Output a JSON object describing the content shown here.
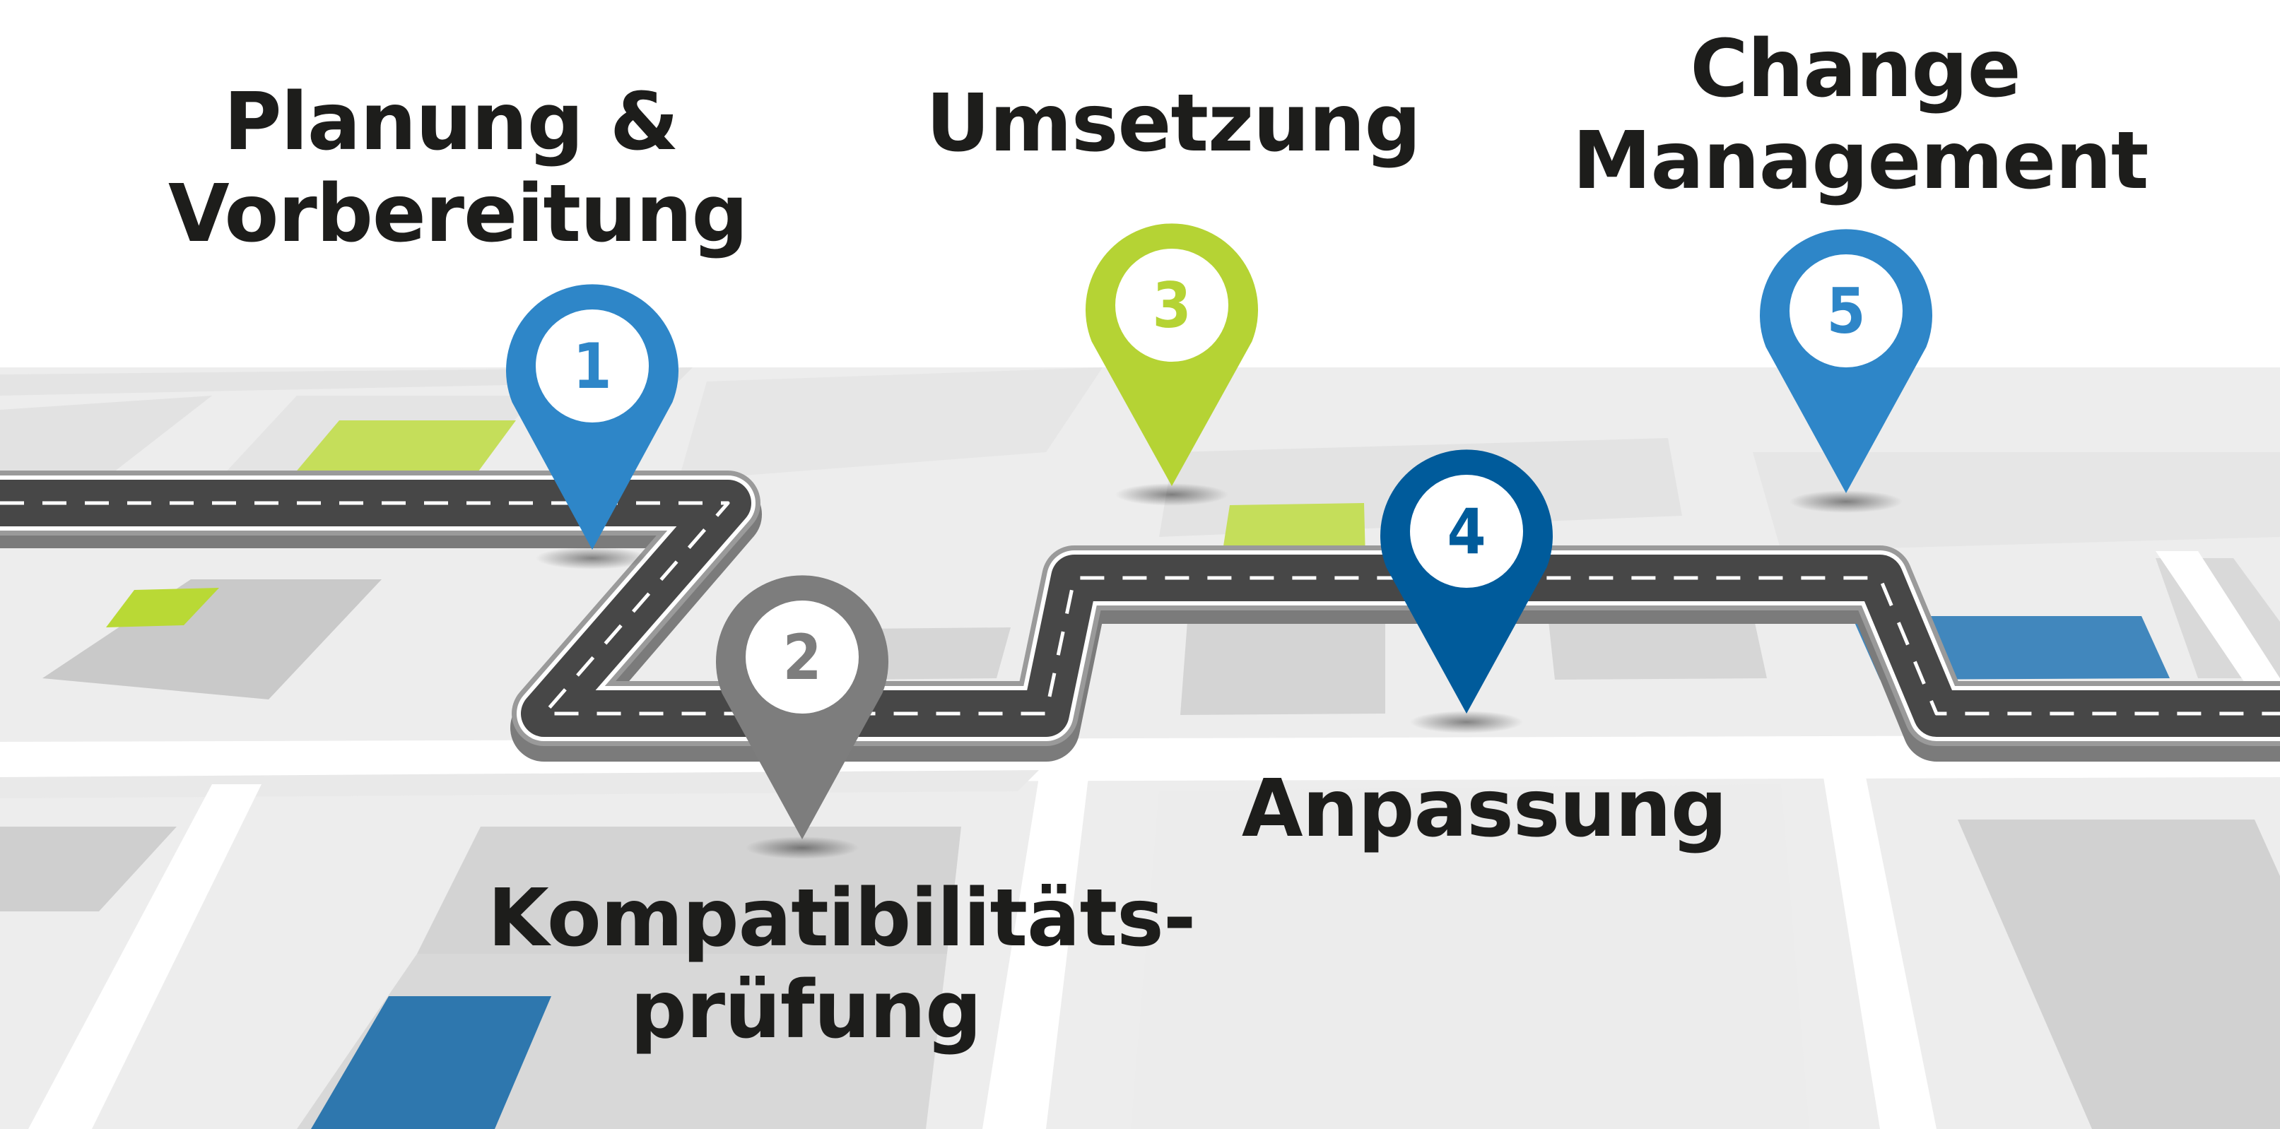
{
  "stages": [
    {
      "number": "1",
      "label_lines": [
        "Planung &",
        "Vorbereitung"
      ],
      "color": "#2e86c8"
    },
    {
      "number": "2",
      "label_lines": [
        "Kompatibilitäts-",
        "prüfung"
      ],
      "color": "#7d7d7d"
    },
    {
      "number": "3",
      "label_lines": [
        "Umsetzung"
      ],
      "color": "#b5d334"
    },
    {
      "number": "4",
      "label_lines": [
        "Anpassung"
      ],
      "color": "#005b9b"
    },
    {
      "number": "5",
      "label_lines": [
        "Change",
        "Management"
      ],
      "color": "#2e86c8"
    }
  ],
  "colors": {
    "map_background": "#eeeeee",
    "map_block": "#d2d2d2",
    "map_street": "#ffffff",
    "accent_green": "#c5de5a",
    "accent_blue": "#2f7ab5",
    "road": "#4a4a4a",
    "road_edge": "#8c8c8c",
    "road_marking": "#ffffff",
    "label_text": "#1d1d1b"
  }
}
